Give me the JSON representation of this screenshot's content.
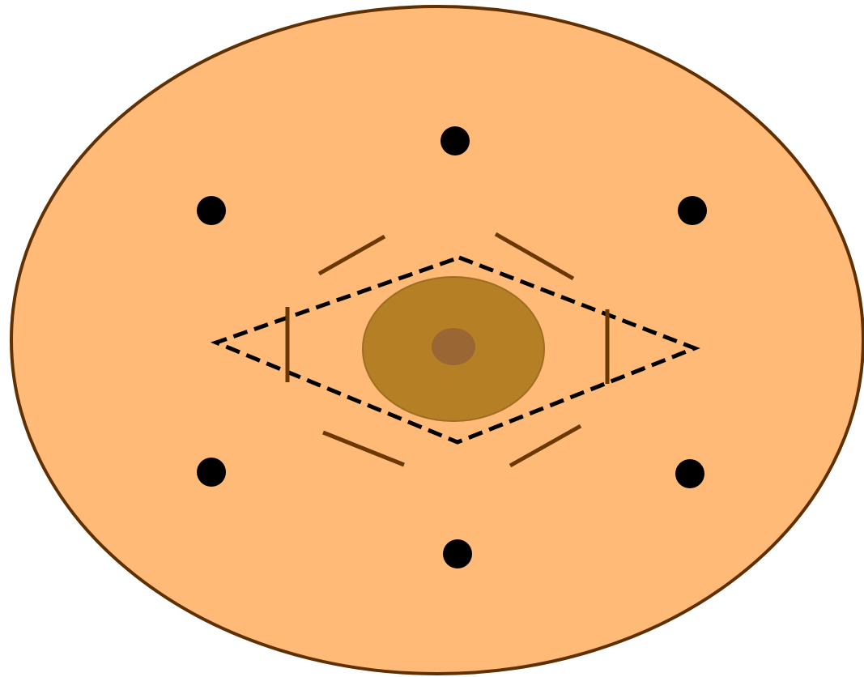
{
  "diagram": {
    "colors": {
      "background": "#ffffff",
      "outer_fill": "#FFBA78",
      "outer_stroke": "#603000",
      "inner_fill": "#B57F26",
      "inner_stroke": "#A06E20",
      "core_fill": "#9A6633",
      "dot_fill": "#000000",
      "segment_stroke": "#6B3900",
      "dashed_stroke": "#000000"
    },
    "dots_count": 6,
    "segments_count": 6,
    "dashed_shape": "diamond"
  }
}
